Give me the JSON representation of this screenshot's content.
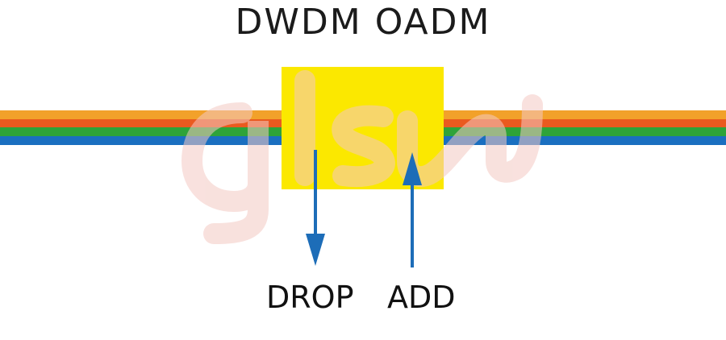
{
  "title": "DWDM OADM",
  "labels": {
    "drop": "DROP",
    "add": "ADD"
  },
  "watermark": "glsun",
  "colors": {
    "fiber_orange": "#f2a12a",
    "fiber_red": "#ea5a1f",
    "fiber_green": "#2ea339",
    "fiber_blue": "#1a6fc0",
    "oadm_box": "#fbe800",
    "arrow": "#1d6db8",
    "watermark": "#f4c9c3"
  }
}
